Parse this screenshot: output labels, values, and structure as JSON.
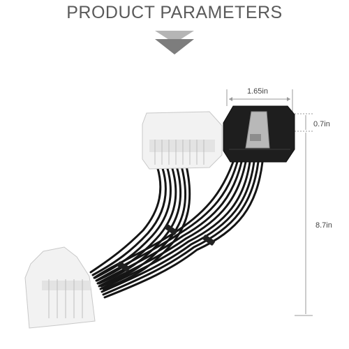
{
  "header": {
    "title": "PRODUCT PARAMETERS"
  },
  "dimensions": {
    "width": "1.65in",
    "depth": "0.7in",
    "length": "8.7in"
  },
  "colors": {
    "title": "#5a5a5a",
    "chevron": "#8a8a8a",
    "connector_black": "#1e1e1e",
    "connector_white": "#f2f2f2",
    "wire": "#151515",
    "dimension_line": "#9a9a9a"
  },
  "icons": [
    "double-chevron-down-icon"
  ]
}
